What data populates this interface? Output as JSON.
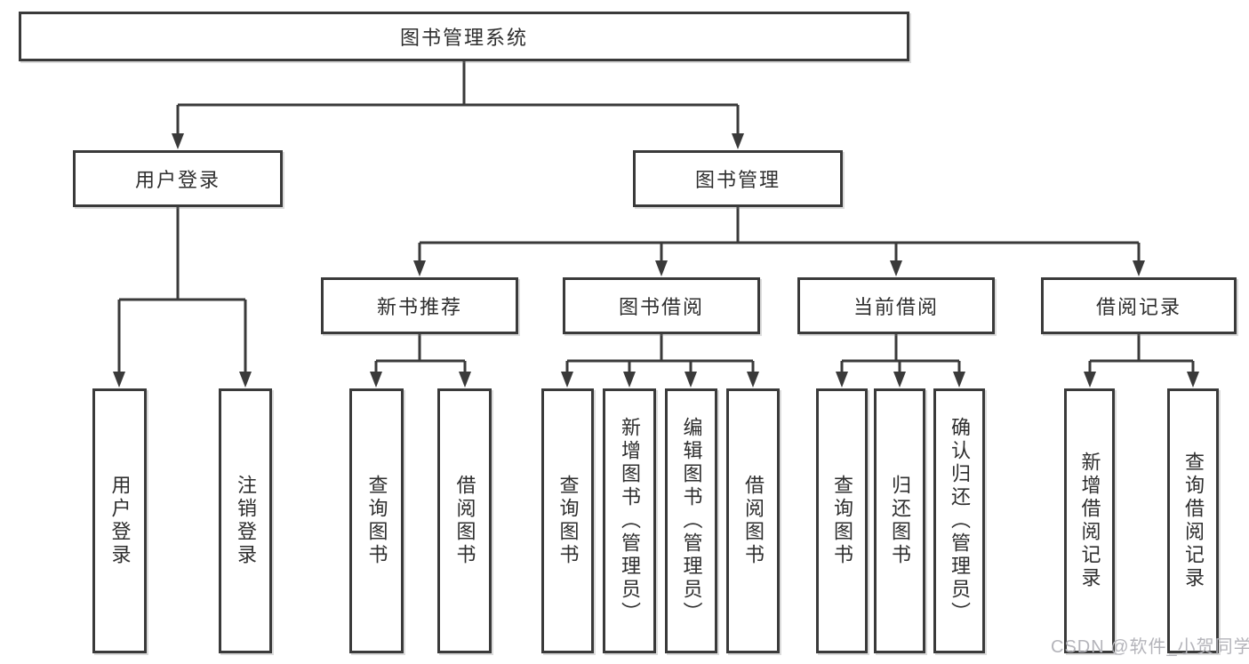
{
  "title": "图书管理系统",
  "branches": {
    "user": {
      "label": "用户登录",
      "leaves": [
        "用户登录",
        "注销登录"
      ]
    },
    "books": {
      "label": "图书管理",
      "groups": [
        {
          "label": "新书推荐",
          "leaves": [
            "查询图书",
            "借阅图书"
          ]
        },
        {
          "label": "图书借阅",
          "leaves": [
            "查询图书",
            "新增图书（管理员）",
            "编辑图书（管理员）",
            "借阅图书"
          ]
        },
        {
          "label": "当前借阅",
          "leaves": [
            "查询图书",
            "归还图书",
            "确认归还（管理员）"
          ]
        },
        {
          "label": "借阅记录",
          "leaves": [
            "新增借阅记录",
            "查询借阅记录"
          ]
        }
      ]
    }
  },
  "watermark": "CSDN @软件_小贺同学",
  "colors": {
    "line": "#3a3a3a",
    "text": "#2e2e2e",
    "watermark": "#b4b4ba",
    "background": "#ffffff"
  }
}
